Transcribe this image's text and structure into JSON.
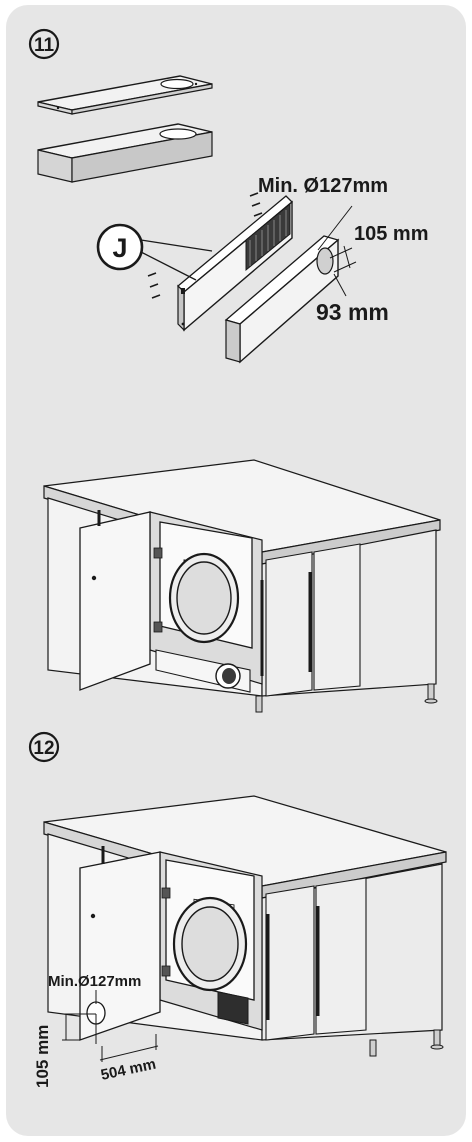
{
  "steps": [
    {
      "number": "11"
    },
    {
      "number": "12"
    }
  ],
  "step11": {
    "part_label": "J",
    "min_diameter": "Min. Ø127mm",
    "dim_105": "105 mm",
    "dim_93": "93 mm"
  },
  "step12": {
    "min_diameter": "Min.Ø127mm",
    "dim_105": "105 mm",
    "dim_504": "504 mm"
  }
}
